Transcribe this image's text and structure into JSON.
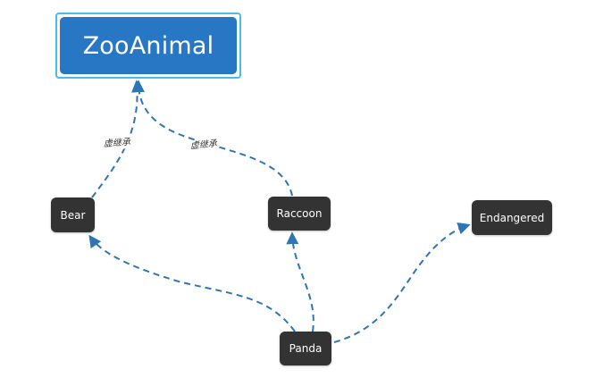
{
  "diagram": {
    "nodes": {
      "zooanimal": "ZooAnimal",
      "bear": "Bear",
      "raccoon": "Raccoon",
      "endangered": "Endangered",
      "panda": "Panda"
    },
    "edges": [
      {
        "from": "Bear",
        "to": "ZooAnimal",
        "label": "虚继承"
      },
      {
        "from": "Raccoon",
        "to": "ZooAnimal",
        "label": "虚继承"
      },
      {
        "from": "Panda",
        "to": "Bear",
        "label": ""
      },
      {
        "from": "Panda",
        "to": "Raccoon",
        "label": ""
      },
      {
        "from": "Panda",
        "to": "Endangered",
        "label": ""
      }
    ],
    "colors": {
      "root_fill": "#2777c4",
      "root_selection_border": "#4bbbe8",
      "node_fill": "#333333",
      "edge_stroke": "#2e75b6"
    }
  }
}
